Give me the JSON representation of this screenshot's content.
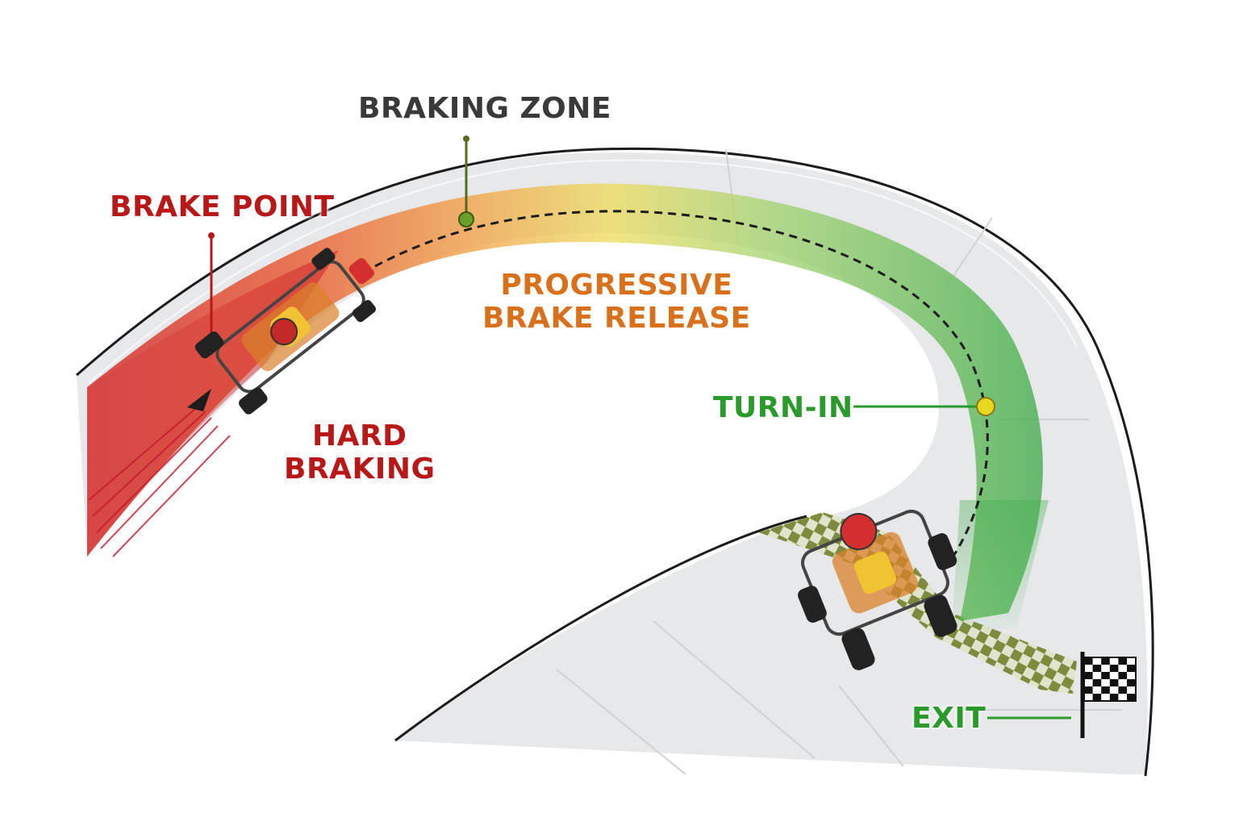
{
  "labels": {
    "braking_zone": "BRAKING ZONE",
    "brake_point": "BRAKE POINT",
    "progressive": [
      "PROGRESSIVE",
      "BRAKE RELEASE"
    ],
    "hard_braking": [
      "HARD",
      "BRAKING"
    ],
    "turn_in": "TURN-IN",
    "exit": "EXIT"
  },
  "colors": {
    "braking_zone": "#3a3a3a",
    "brake_point": "#b81818",
    "progressive": "#d9701c",
    "hard_braking": "#b81818",
    "turn_in": "#2a9a2a",
    "exit": "#2a9a2a",
    "gradient": [
      "#d32f2f",
      "#f08a3c",
      "#f3d94c",
      "#7dc86a",
      "#3aa845"
    ],
    "track": "#e6e7e8",
    "kerb": "#6b7a1e"
  },
  "icons": [
    "go-kart-icon",
    "checkered-flag-icon",
    "skid-marks-icon"
  ]
}
